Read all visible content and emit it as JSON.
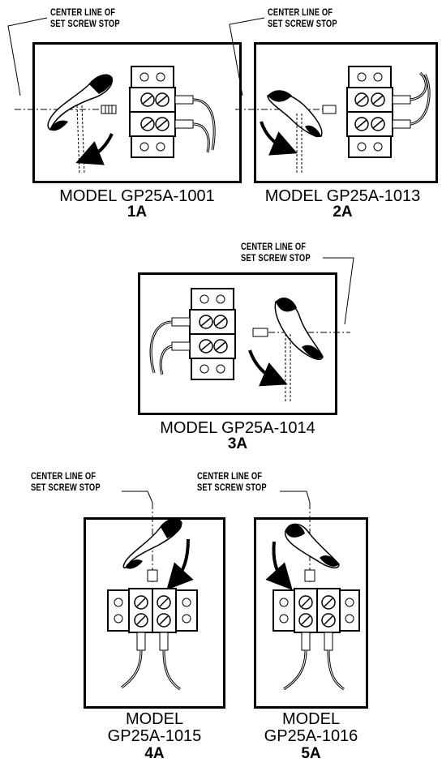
{
  "callout": {
    "line1": "CENTER LINE OF",
    "line2": "SET SCREW STOP"
  },
  "figures": [
    {
      "model": "MODEL GP25A-1001",
      "label": "1A"
    },
    {
      "model": "MODEL GP25A-1013",
      "label": "2A"
    },
    {
      "model": "MODEL GP25A-1014",
      "label": "3A"
    },
    {
      "model_line1": "MODEL",
      "model_line2": "GP25A-1015",
      "label": "4A"
    },
    {
      "model_line1": "MODEL",
      "model_line2": "GP25A-1016",
      "label": "5A"
    }
  ]
}
